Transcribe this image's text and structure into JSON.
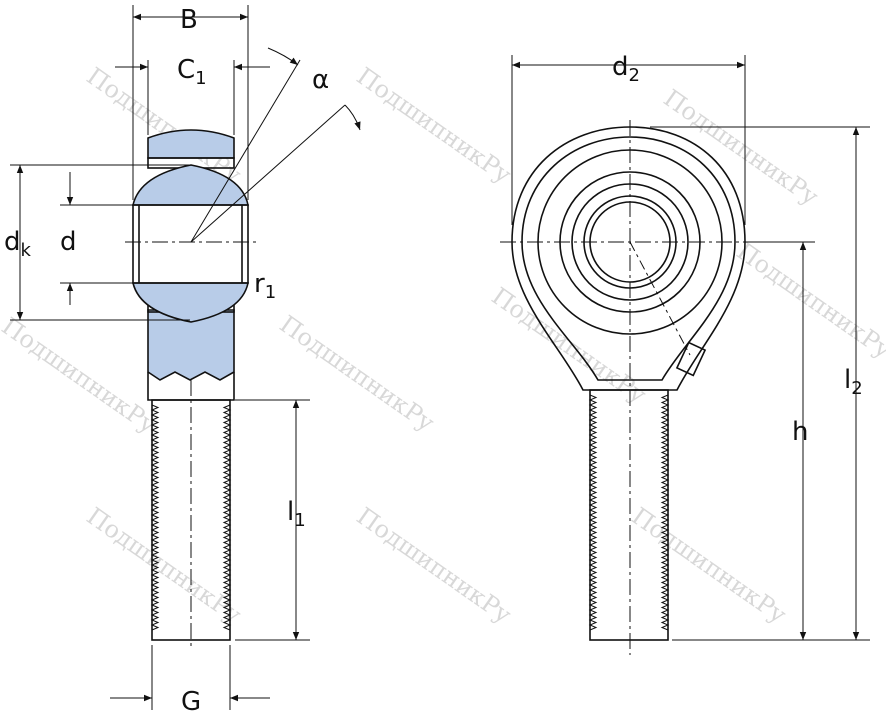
{
  "labels": {
    "B": "B",
    "C": "C",
    "C_sub": "1",
    "alpha": "α",
    "d_k": "d",
    "d_k_sub": "k",
    "d": "d",
    "r": "r",
    "r_sub": "1",
    "l1": "l",
    "l1_sub": "1",
    "G": "G",
    "d2": "d",
    "d2_sub": "2",
    "h": "h",
    "l2": "l",
    "l2_sub": "2"
  },
  "watermark": "ПодшипникРу",
  "colors": {
    "part_fill": "#b8cce8",
    "line": "#111111",
    "watermark": "#cfcfcf"
  }
}
